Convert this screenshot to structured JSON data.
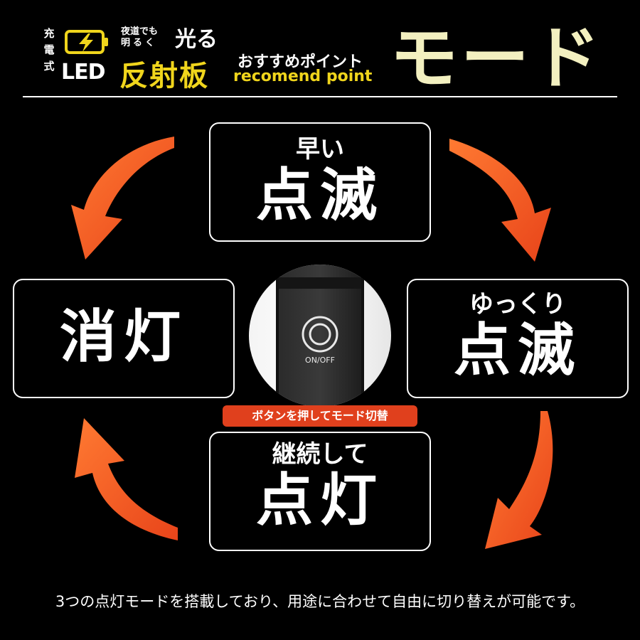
{
  "header": {
    "charge_chars": [
      "充",
      "電",
      "式"
    ],
    "led": "LED",
    "yoru_line1": "夜道でも",
    "yoru_line2": "明るく",
    "hikaru": "光る",
    "hansha": "反射板",
    "osusume": "おすすめポイント",
    "recomend": "recomend point",
    "title": "モード"
  },
  "modes": {
    "top": {
      "small": "早い",
      "big": "点滅"
    },
    "right": {
      "small": "ゆっくり",
      "big": "点滅"
    },
    "bottom": {
      "small": "継続して",
      "big": "点灯"
    },
    "left": {
      "small": "",
      "big": "消灯"
    }
  },
  "device": {
    "switch_label": "ON/OFF",
    "button_caption": "ボタンを押してモード切替"
  },
  "footer": "3つの点灯モードを搭載しており、用途に合わせて自由に切り替えが可能です。",
  "colors": {
    "accent_orange": "#f25a1f",
    "accent_yellow": "#f0d51c",
    "caption_red": "#e0401d",
    "background": "#000000"
  },
  "icons": [
    "battery-charging-icon",
    "power-button-icon",
    "curved-arrow-icon"
  ]
}
